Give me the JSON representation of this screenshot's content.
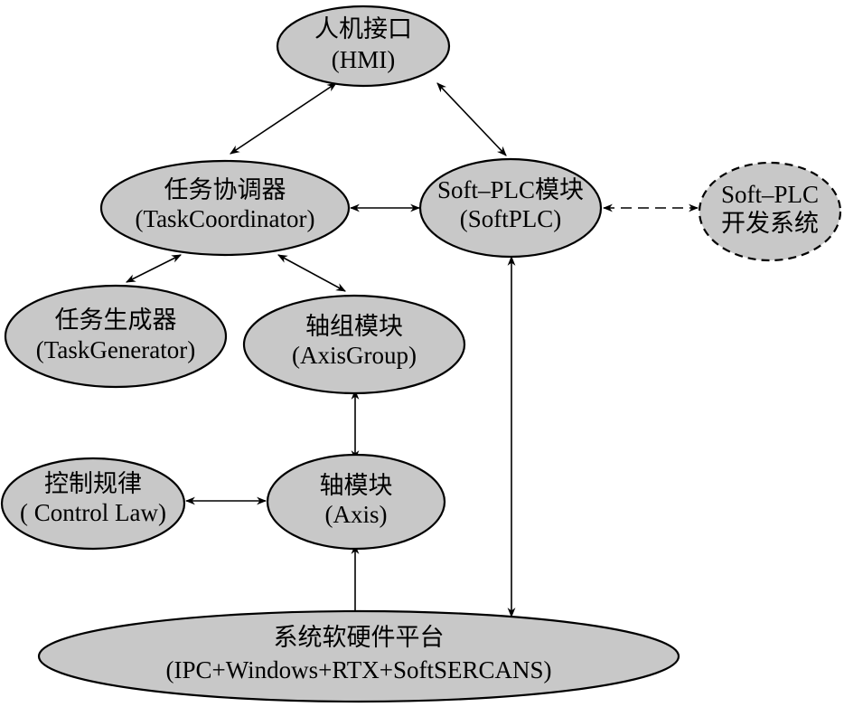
{
  "nodes": {
    "hmi": {
      "line1": "人机接口",
      "line2": "(HMI)"
    },
    "task_coordinator": {
      "line1": "任务协调器",
      "line2": "(TaskCoordinator)"
    },
    "soft_plc": {
      "line1": "Soft–PLC模块",
      "line2": "(SoftPLC)"
    },
    "soft_plc_dev": {
      "line1": "Soft–PLC",
      "line2": "开发系统"
    },
    "task_generator": {
      "line1": "任务生成器",
      "line2": "(TaskGenerator)"
    },
    "axis_group": {
      "line1": "轴组模块",
      "line2": "(AxisGroup)"
    },
    "control_law": {
      "line1": "控制规律",
      "line2": "( Control Law)"
    },
    "axis": {
      "line1": "轴模块",
      "line2": "(Axis)"
    },
    "platform": {
      "line1": "系统软硬件平台",
      "line2": "(IPC+Windows+RTX+SoftSERCANS)"
    }
  },
  "colors": {
    "node_fill": "#c8c8c8",
    "stroke": "#000000"
  }
}
